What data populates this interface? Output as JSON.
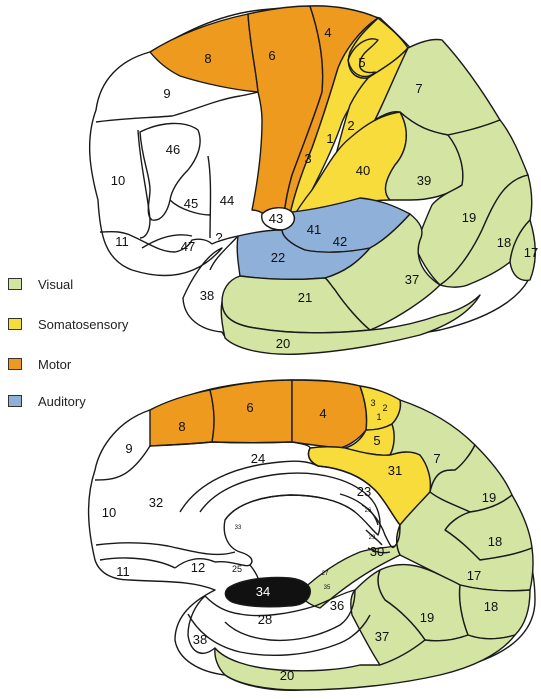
{
  "colors": {
    "visual": "#d3e4a3",
    "somatosensory": "#f7dc3c",
    "motor": "#ee9a1f",
    "auditory": "#8fb0d8",
    "default": "#ffffff",
    "stroke": "#1a1a1a",
    "black": "#111111"
  },
  "legend": [
    {
      "key": "visual",
      "label": "Visual"
    },
    {
      "key": "somatosensory",
      "label": "Somatosensory"
    },
    {
      "key": "motor",
      "label": "Motor"
    },
    {
      "key": "auditory",
      "label": "Auditory"
    }
  ],
  "lateral": {
    "areas": [
      "8",
      "6",
      "4",
      "9",
      "46",
      "10",
      "45",
      "44",
      "11",
      "47",
      "?",
      "43",
      "5",
      "1",
      "2",
      "3",
      "40",
      "41",
      "42",
      "22",
      "7",
      "39",
      "19",
      "18",
      "17",
      "37",
      "38",
      "21",
      "20"
    ]
  },
  "medial": {
    "areas": [
      "8",
      "6",
      "4",
      "3",
      "2",
      "1",
      "5",
      "9",
      "24",
      "31",
      "7",
      "32",
      "23",
      "26",
      "10",
      "33",
      "29",
      "30",
      "19",
      "11",
      "12",
      "25",
      "27",
      "18",
      "34",
      "35",
      "17",
      "36",
      "28",
      "38",
      "37",
      "20",
      "19",
      "18"
    ]
  }
}
